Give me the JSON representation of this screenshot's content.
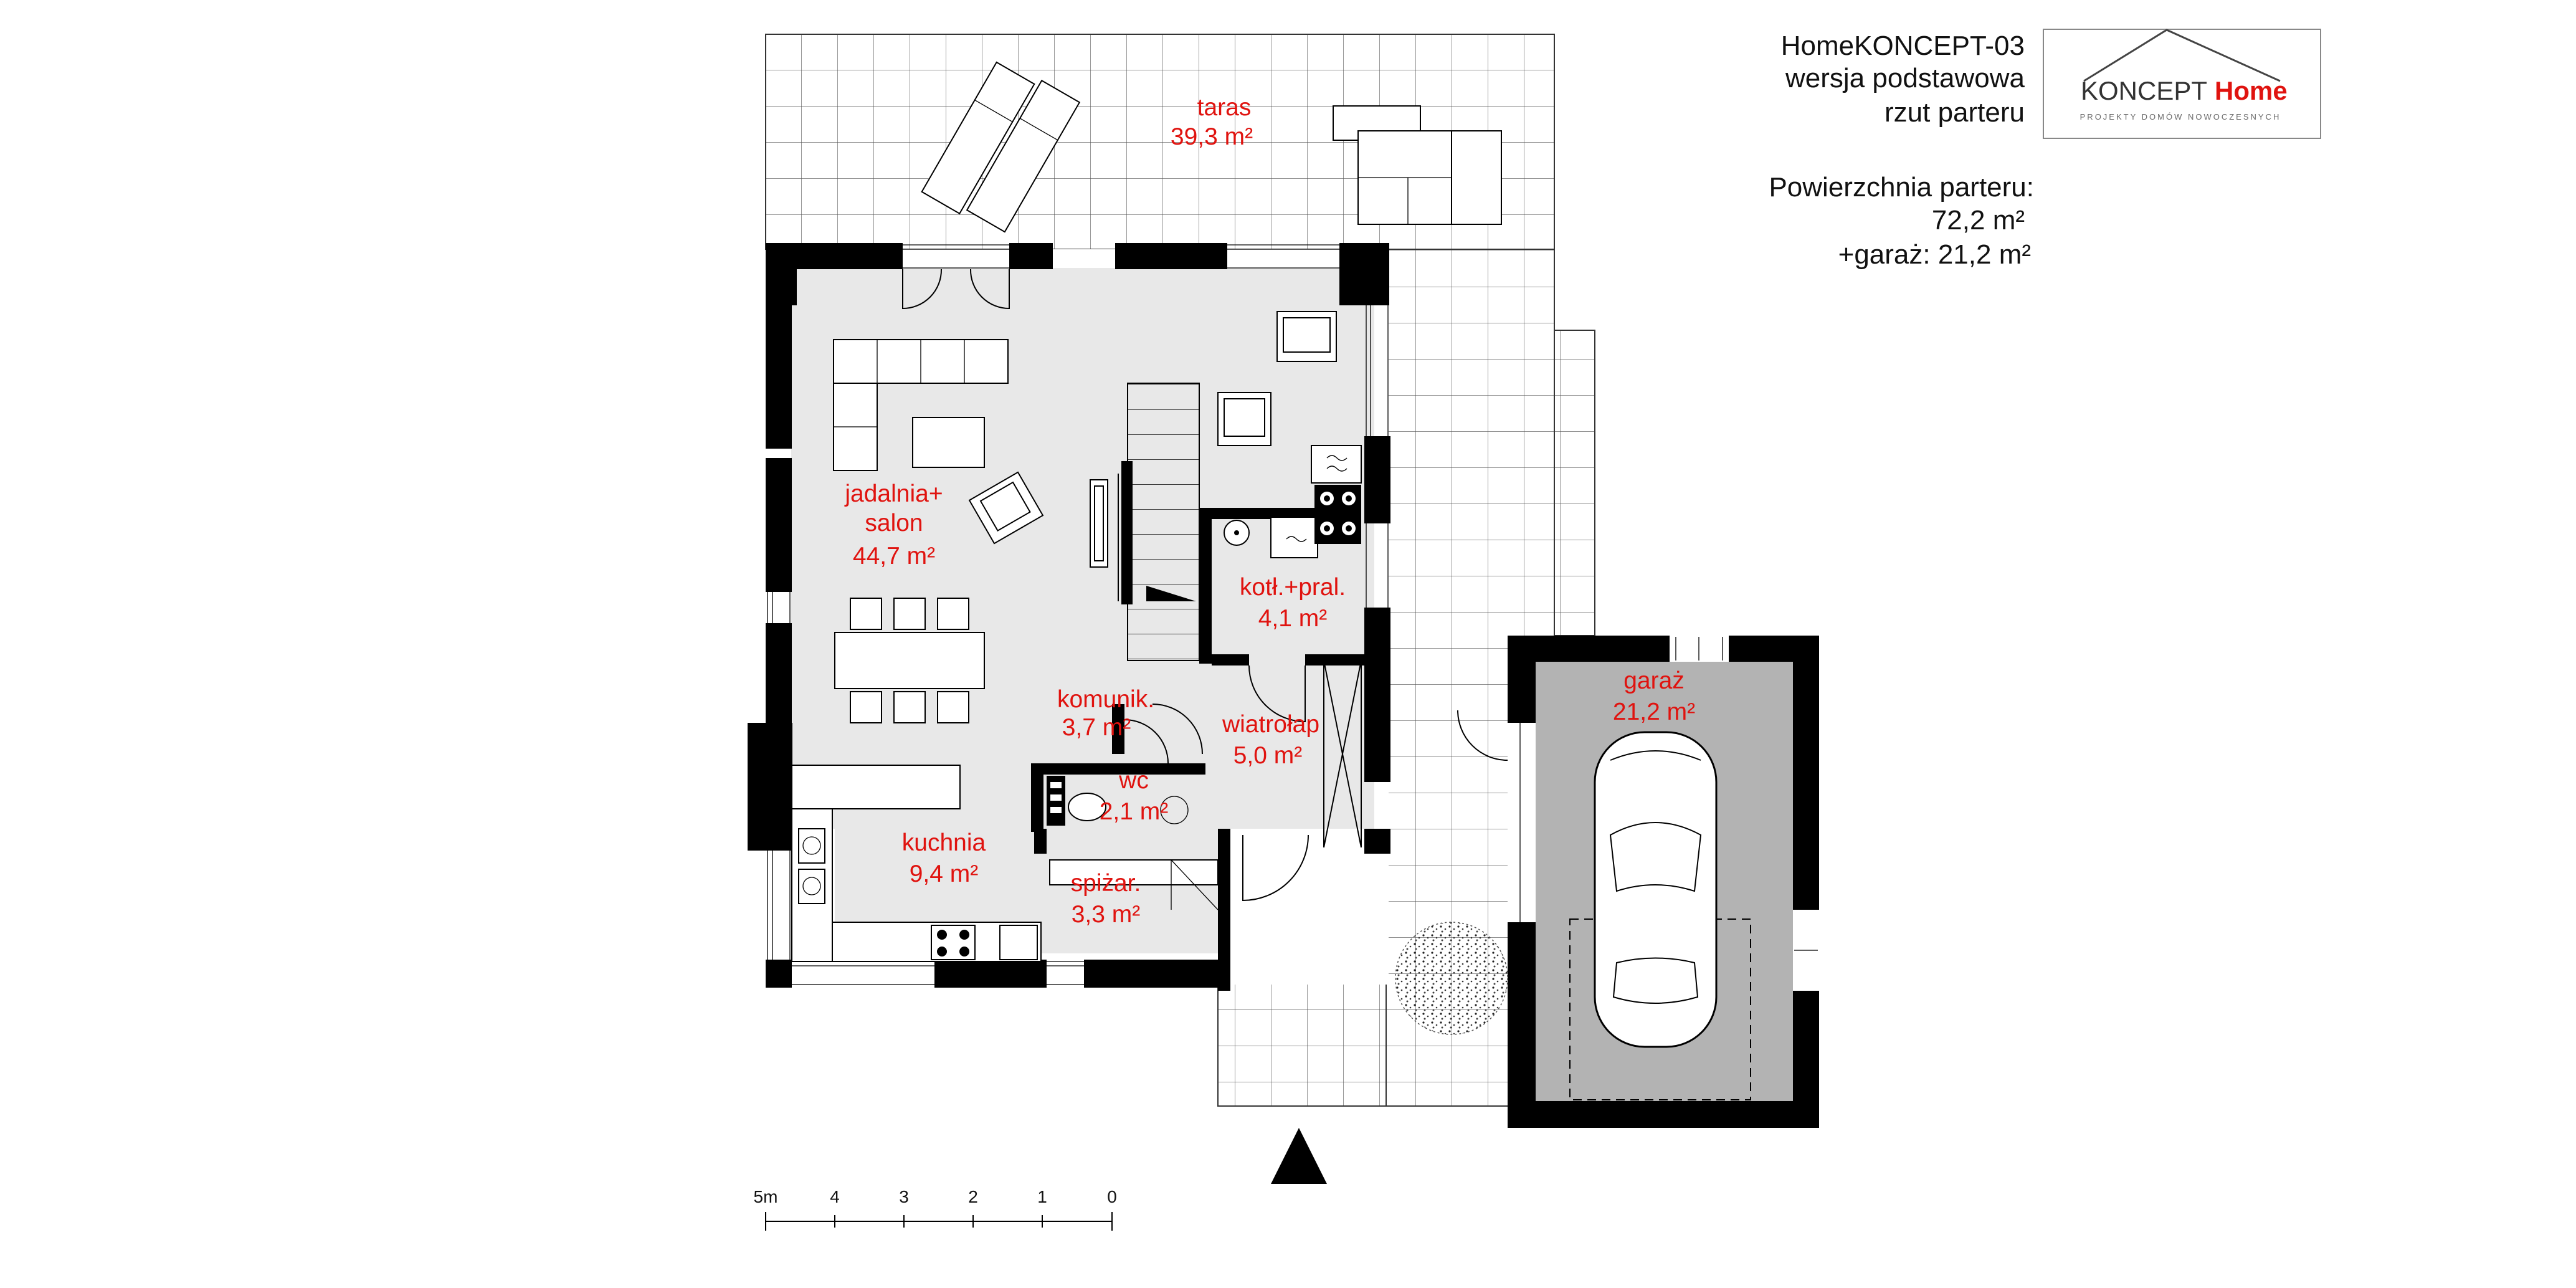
{
  "project": {
    "name": "HomeKONCEPT-03",
    "variant": "wersja podstawowa",
    "view": "rzut parteru"
  },
  "area_summary": {
    "label": "Powierzchnia parteru:",
    "ground_floor": "72,2 m²",
    "garage": "+garaż: 21,2 m²"
  },
  "logo": {
    "brand_home": "Home",
    "brand_koncept": "KONCEPT",
    "tagline": "PROJEKTY DOMÓW NOWOCZESNYCH"
  },
  "rooms": [
    {
      "id": "taras",
      "name": "taras",
      "area": "39,3 m²"
    },
    {
      "id": "salon",
      "name1": "jadalnia+",
      "name2": "salon",
      "area": "44,7 m²"
    },
    {
      "id": "kotl",
      "name": "kotł.+pral.",
      "area": "4,1 m²"
    },
    {
      "id": "komunik",
      "name": "komunik.",
      "area": "3,7 m²"
    },
    {
      "id": "wiatrolap",
      "name": "wiatrołap",
      "area": "5,0 m²"
    },
    {
      "id": "wc",
      "name": "wc",
      "area": "2,1 m²"
    },
    {
      "id": "kuchnia",
      "name": "kuchnia",
      "area": "9,4 m²"
    },
    {
      "id": "spizar",
      "name": "spiżar.",
      "area": "3,3 m²"
    },
    {
      "id": "garaz",
      "name": "garaż",
      "area": "21,2 m²"
    }
  ],
  "scale_bar": {
    "ticks": [
      "0",
      "1",
      "2",
      "3",
      "4",
      "5m"
    ]
  },
  "colors": {
    "room_label": "#e0130f",
    "interior_fill": "#e8e8e8",
    "garage_fill": "#b3b3b3",
    "wall": "#000000"
  }
}
